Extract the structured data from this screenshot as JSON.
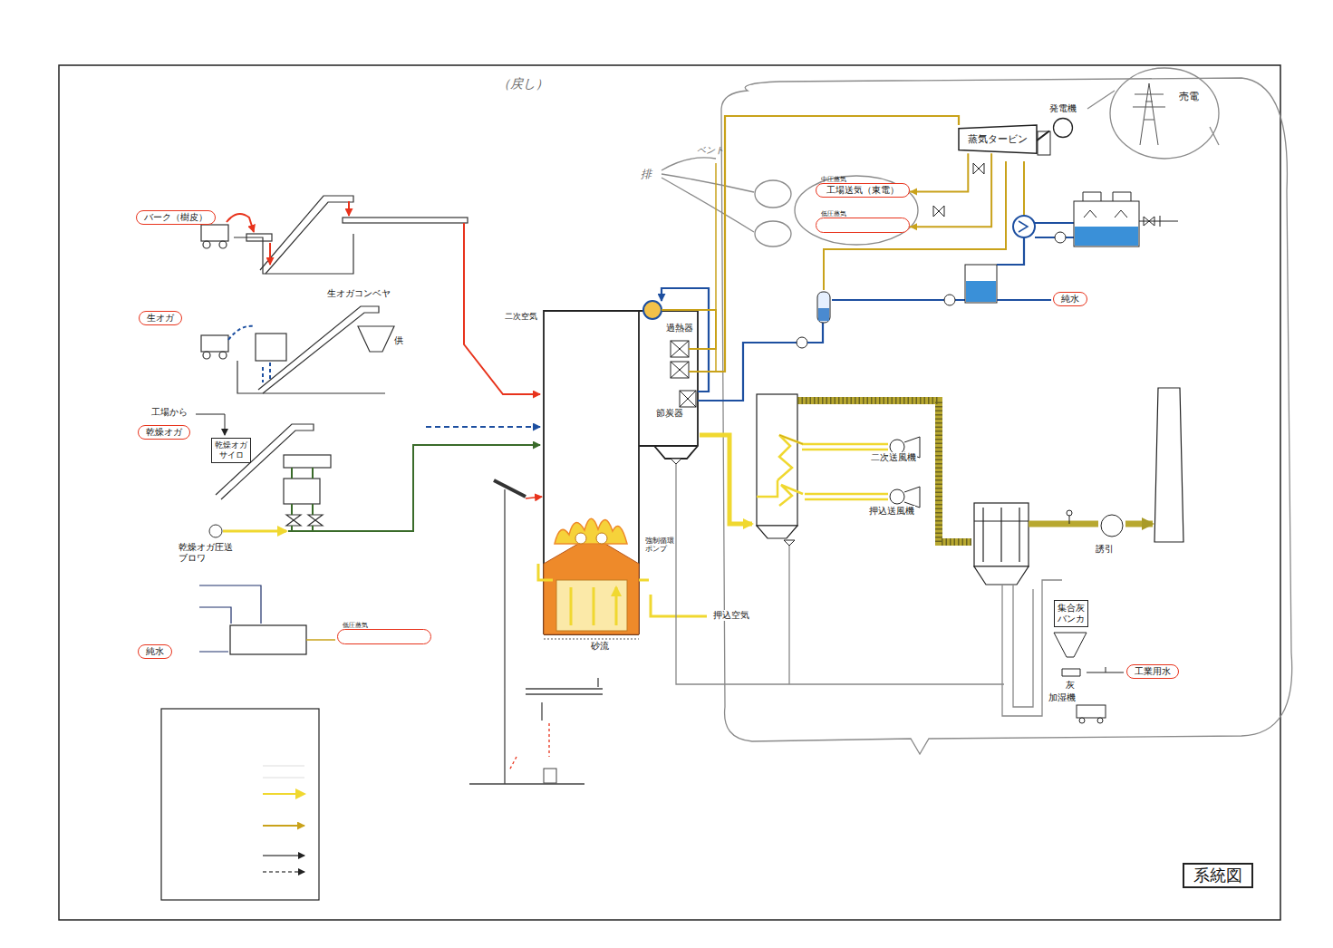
{
  "diagram": {
    "nodes": [
      {
        "text": [
          "バーク（樹皮）"
        ]
      },
      {
        "text": [
          "生オガ"
        ]
      },
      {
        "text": [
          "乾燥オガ"
        ]
      },
      {
        "text": [
          "純水"
        ]
      },
      {
        "text": [
          "低圧蒸気"
        ]
      },
      {
        "text": [
          "乾燥オガサイロ"
        ]
      },
      {
        "text": [
          "蒸気タービン"
        ]
      },
      {
        "text": [
          "発電機"
        ]
      },
      {
        "text": [
          "中圧蒸気",
          "工場送気（東電）"
        ]
      },
      {
        "text": [
          "低圧蒸気"
        ]
      },
      {
        "text": [
          "純水"
        ]
      },
      {
        "text": [
          "集合灰バンカ"
        ]
      },
      {
        "text": [
          "工業用水"
        ]
      },
      {
        "text": [
          "系統図"
        ]
      }
    ],
    "edges": [
      {
        "from": 6,
        "to": 7,
        "arrow": "none"
      },
      {
        "from": 6,
        "to": 8,
        "arrow": "to"
      },
      {
        "from": 6,
        "to": 9,
        "arrow": "to"
      }
    ],
    "labels": [
      "工場から",
      "生オガコンベヤ",
      "供",
      "乾燥オガ圧送ブロワ",
      "二次空気",
      "過熱器",
      "節炭器",
      "強制循環ポンプ",
      "押込空気",
      "砂流",
      "二次送風機",
      "押込送風機",
      "誘引",
      "灰",
      "加湿機",
      "売電",
      "排",
      "ベント",
      "（戻し）"
    ]
  }
}
